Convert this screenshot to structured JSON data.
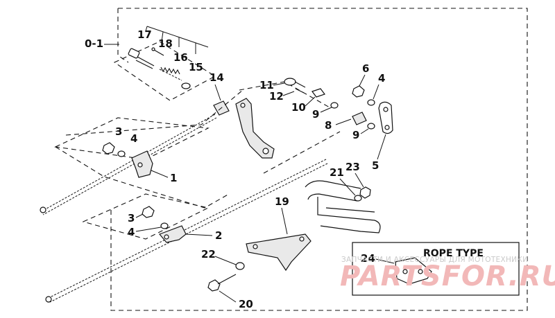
{
  "assembly_label": "0-1",
  "callouts": {
    "c17": "17",
    "c18": "18",
    "c16": "16",
    "c15": "15",
    "c14": "14",
    "c11": "11",
    "c12": "12",
    "c10": "10",
    "c9a": "9",
    "c9b": "9",
    "c8": "8",
    "c6": "6",
    "c4a": "4",
    "c5": "5",
    "c3a": "3",
    "c4b": "4",
    "c1": "1",
    "c3b": "3",
    "c4c": "4",
    "c2": "2",
    "c21": "21",
    "c23": "23",
    "c19": "19",
    "c22": "22",
    "c20": "20",
    "c24": "24"
  },
  "inset": {
    "title": "ROPE TYPE"
  },
  "watermark": {
    "small_text": "ЗАПЧАСТИ И АКСЕССУАРЫ ДЛЯ МОТОТЕХНИКИ",
    "big_text": "PARTSFOR.RU"
  },
  "colors": {
    "line": "#111111",
    "watermark": "#f2b8b8",
    "background": "#ffffff"
  }
}
